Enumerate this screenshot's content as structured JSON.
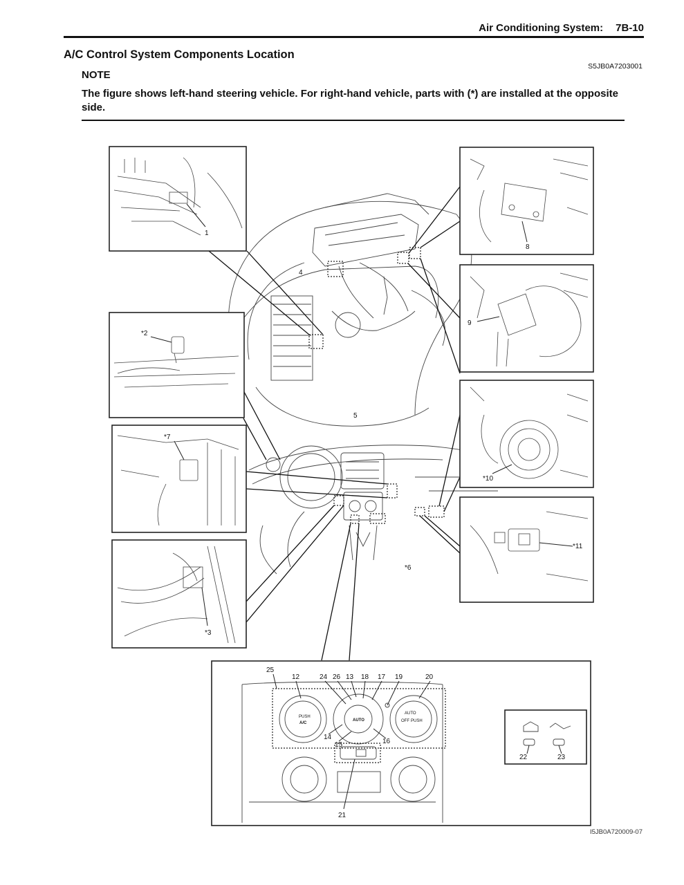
{
  "header": {
    "title": "Air Conditioning System:",
    "page": "7B-10"
  },
  "section": {
    "title": "A/C Control System Components Location",
    "doc_id": "S5JB0A7203001"
  },
  "note": {
    "heading": "NOTE",
    "text": "The figure shows left-hand steering vehicle. For right-hand vehicle, parts with (*) are installed at the opposite side."
  },
  "figure": {
    "figure_id": "I5JB0A720009-07",
    "labels": {
      "l1": "1",
      "l2": "*2",
      "l3": "*3",
      "l4": "4",
      "l5": "5",
      "l6": "*6",
      "l7": "*7",
      "l8": "8",
      "l9": "9",
      "l10": "*10",
      "l11": "*11",
      "l12": "12",
      "l13": "13",
      "l14": "14",
      "l15": "15",
      "l16": "16",
      "l17": "17",
      "l18": "18",
      "l19": "19",
      "l20": "20",
      "l21": "21",
      "l22": "22",
      "l23": "23",
      "l24": "24",
      "l25": "25",
      "l26": "26"
    },
    "panel_text": {
      "ac": "A/C",
      "push": "PUSH",
      "auto": "AUTO",
      "off": "OFF"
    }
  }
}
